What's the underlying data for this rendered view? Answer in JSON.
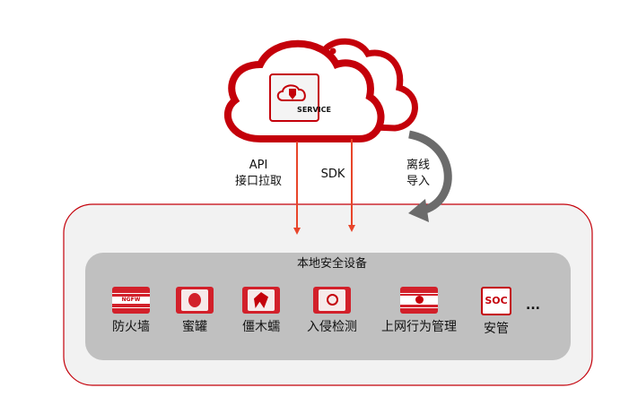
{
  "cloud": {
    "service_label": "SERVICE"
  },
  "connections": {
    "api": {
      "line1": "API",
      "line2": "接口拉取"
    },
    "sdk": {
      "label": "SDK"
    },
    "offline": {
      "line1": "离线",
      "line2": "导入"
    }
  },
  "local": {
    "title": "本地安全设备",
    "devices": [
      {
        "label": "防火墙",
        "icon": "firewall-icon",
        "badge": "NGFW"
      },
      {
        "label": "蜜罐",
        "icon": "honeypot-icon"
      },
      {
        "label": "僵木蠕",
        "icon": "malware-icon"
      },
      {
        "label": "入侵检测",
        "icon": "intrusion-detection-icon"
      },
      {
        "label": "上网行为管理",
        "icon": "behavior-management-icon"
      },
      {
        "label": "安管",
        "icon": "soc-icon",
        "badge": "SOC"
      }
    ],
    "more": "..."
  },
  "colors": {
    "brand": "#c4000a",
    "arrow": "#e8452a",
    "gray_arrow": "#6b6b6b",
    "panel": "#c0c0c0"
  }
}
